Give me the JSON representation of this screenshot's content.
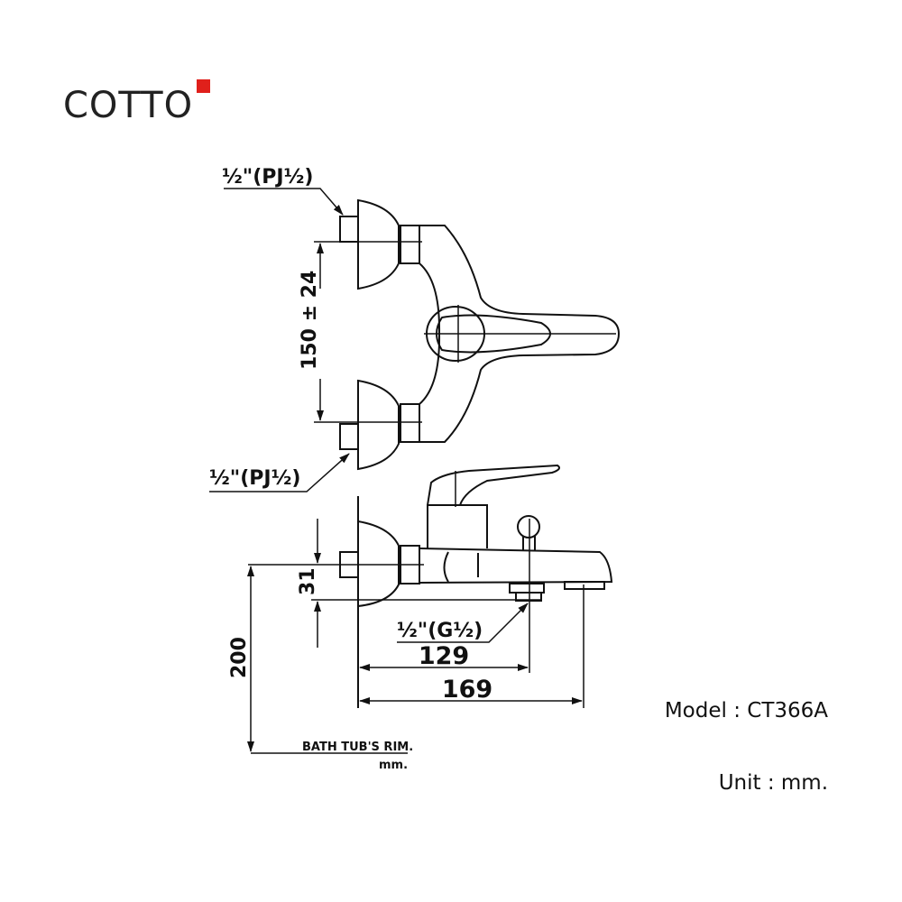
{
  "brand": {
    "name": "COTTO",
    "accent_color": "#e0201b"
  },
  "model_label": "Model : CT366A",
  "unit_label": "Unit : mm.",
  "drawing": {
    "inlet_top_label": "½\"(PJ½)",
    "inlet_bottom_label": "½\"(PJ½)",
    "outlet_label": "½\"(G½)",
    "dim_inlet_spacing": "150 ± 24",
    "dim_height_offset": "31",
    "dim_rim_height": "200",
    "dim_outlet_reach": "129",
    "dim_total_length": "169",
    "rim_label": "BATH TUB'S RIM.",
    "rim_unit": "mm."
  }
}
